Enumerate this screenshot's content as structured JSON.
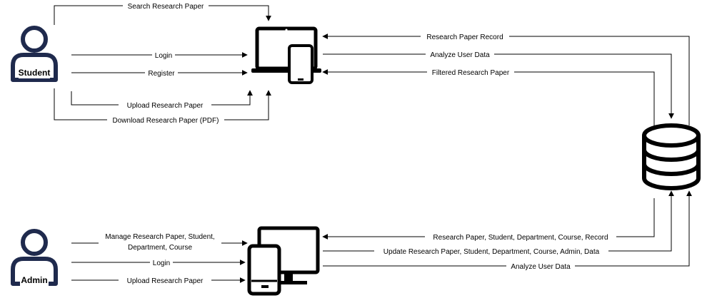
{
  "actors": {
    "student": "Student",
    "admin": "Admin"
  },
  "colors": {
    "actor": "#1f2a4d",
    "device": "#000000",
    "line": "#000000"
  },
  "student_flows": {
    "search": "Search Research Paper",
    "login": "Login",
    "register": "Register",
    "upload": "Upload Research Paper",
    "download": "Download Research Paper (PDF)"
  },
  "web_db_flows": {
    "record": "Research Paper Record",
    "analyze": "Analyze User Data",
    "filtered": "Filtered Research Paper"
  },
  "admin_flows": {
    "manage_line1": "Manage Research Paper, Student,",
    "manage_line2": "Department, Course",
    "login": "Login",
    "upload": "Upload Research Paper"
  },
  "admin_db_flows": {
    "record": "Research Paper, Student, Department, Course, Record",
    "update": "Update Research Paper, Student, Department, Course, Admin, Data",
    "analyze": "Analyze User Data"
  },
  "icons": {
    "student": "user-icon",
    "admin": "user-icon",
    "web_device": "laptop-phone-icon",
    "admin_device": "monitor-phone-icon",
    "database": "database-icon"
  }
}
